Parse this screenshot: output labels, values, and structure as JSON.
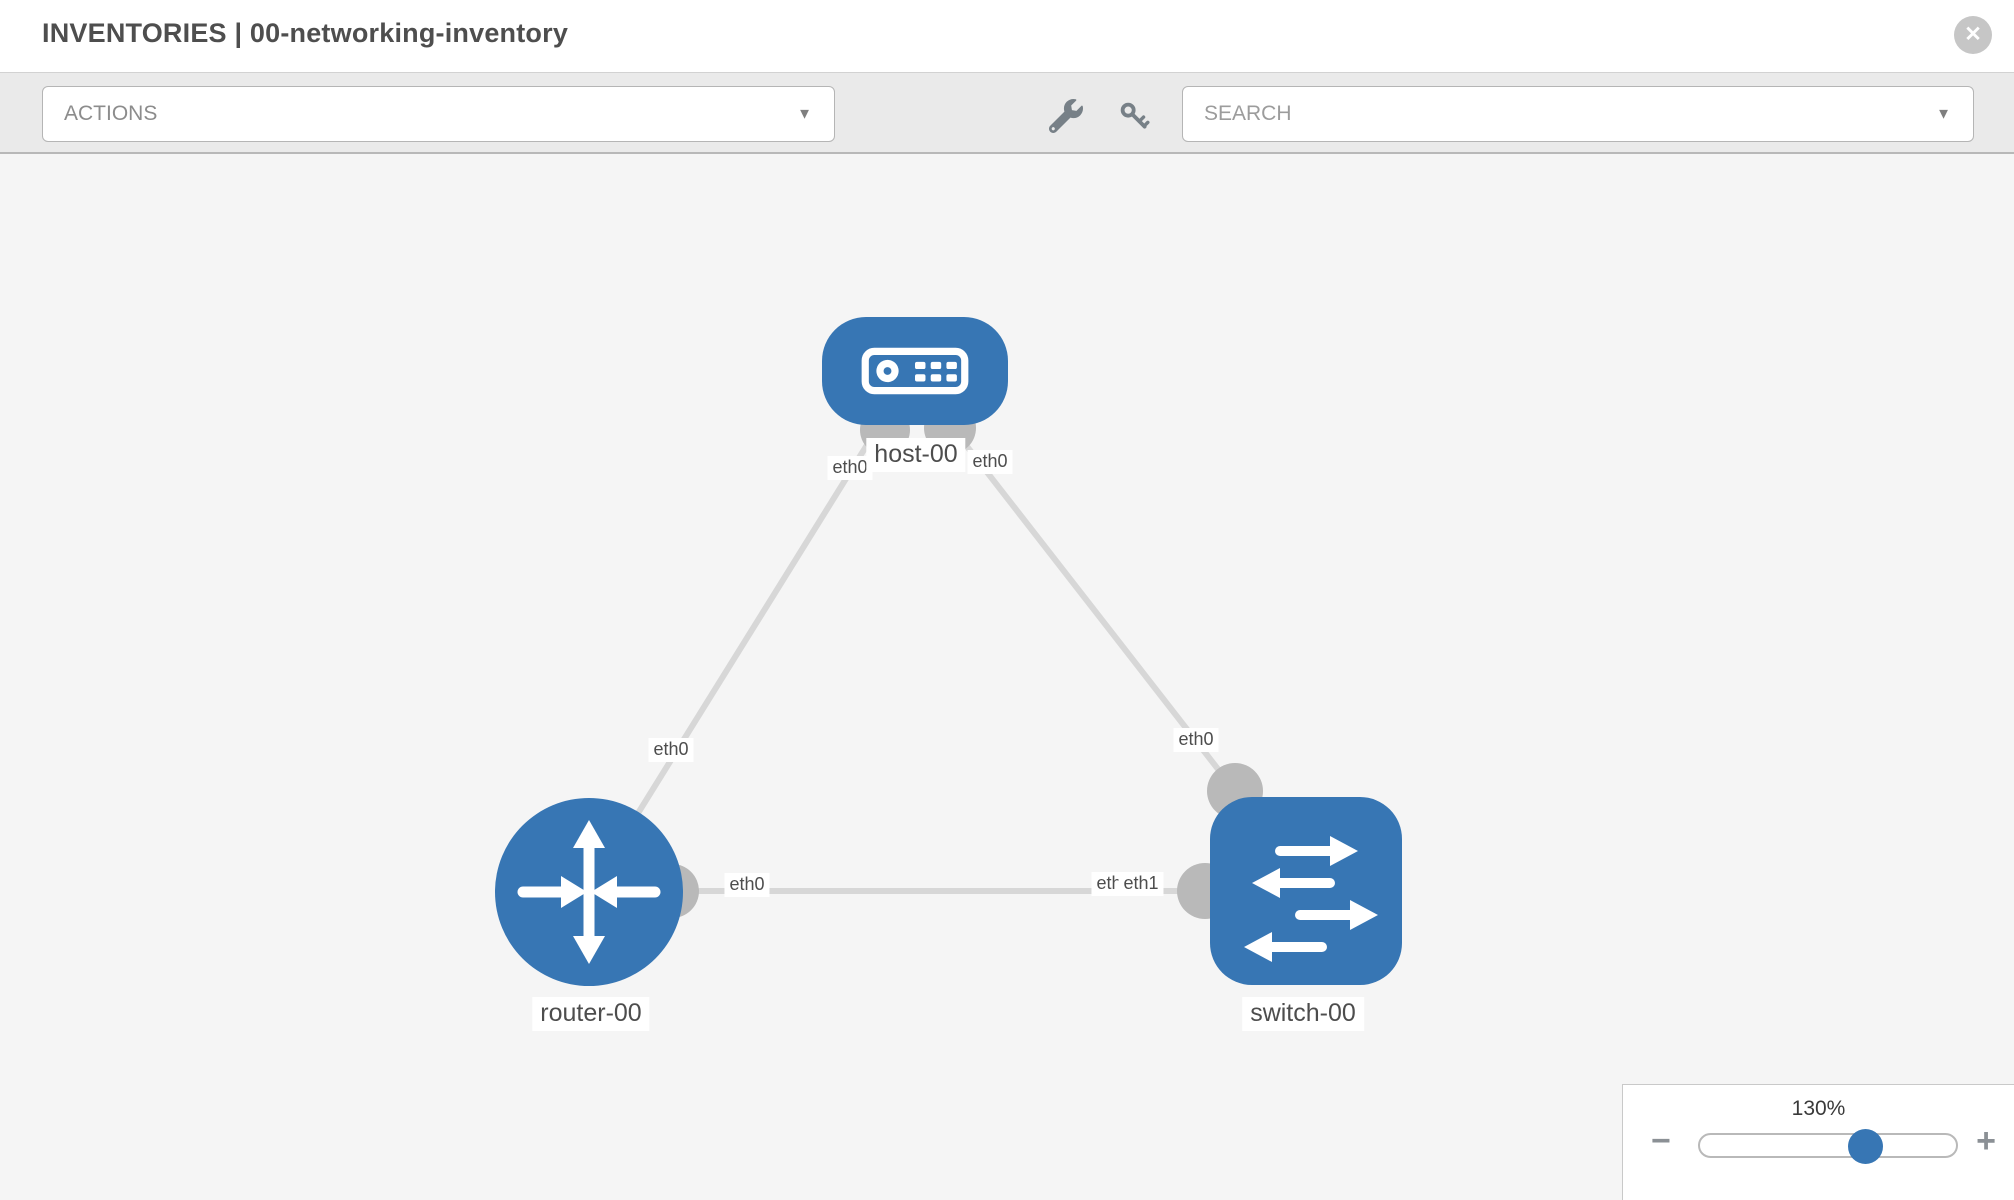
{
  "header": {
    "title": "INVENTORIES | 00-networking-inventory",
    "close_glyph": "✕"
  },
  "toolbar": {
    "actions_label": "ACTIONS",
    "search_placeholder": "SEARCH",
    "caret_glyph": "▼"
  },
  "topology": {
    "nodes": [
      {
        "id": "host-00",
        "type": "host",
        "label": "host-00"
      },
      {
        "id": "router-00",
        "type": "router",
        "label": "router-00"
      },
      {
        "id": "switch-00",
        "type": "switch",
        "label": "switch-00"
      }
    ],
    "links": [
      {
        "from": "host-00",
        "to": "router-00",
        "from_iface": "eth0",
        "to_iface": "eth0"
      },
      {
        "from": "host-00",
        "to": "switch-00",
        "from_iface": "eth0",
        "to_iface": "eth0"
      },
      {
        "from": "router-00",
        "to": "switch-00",
        "from_iface": "eth0",
        "to_iface": "eth1"
      }
    ],
    "interface_labels": [
      {
        "text": "eth0"
      },
      {
        "text": "eth0"
      },
      {
        "text": "eth0"
      },
      {
        "text": "eth0"
      },
      {
        "text": "eth0"
      },
      {
        "text": "eth0"
      },
      {
        "text": "eth1"
      }
    ]
  },
  "zoom_panel": {
    "level": "130%",
    "minus_glyph": "−",
    "plus_glyph": "+"
  },
  "colors": {
    "node_blue": "#3776b4",
    "link_gray": "#d7d7d7",
    "port_gray": "#b9b9b9",
    "toolbar_bg": "#eaeaea",
    "canvas_bg": "#f5f5f5"
  }
}
